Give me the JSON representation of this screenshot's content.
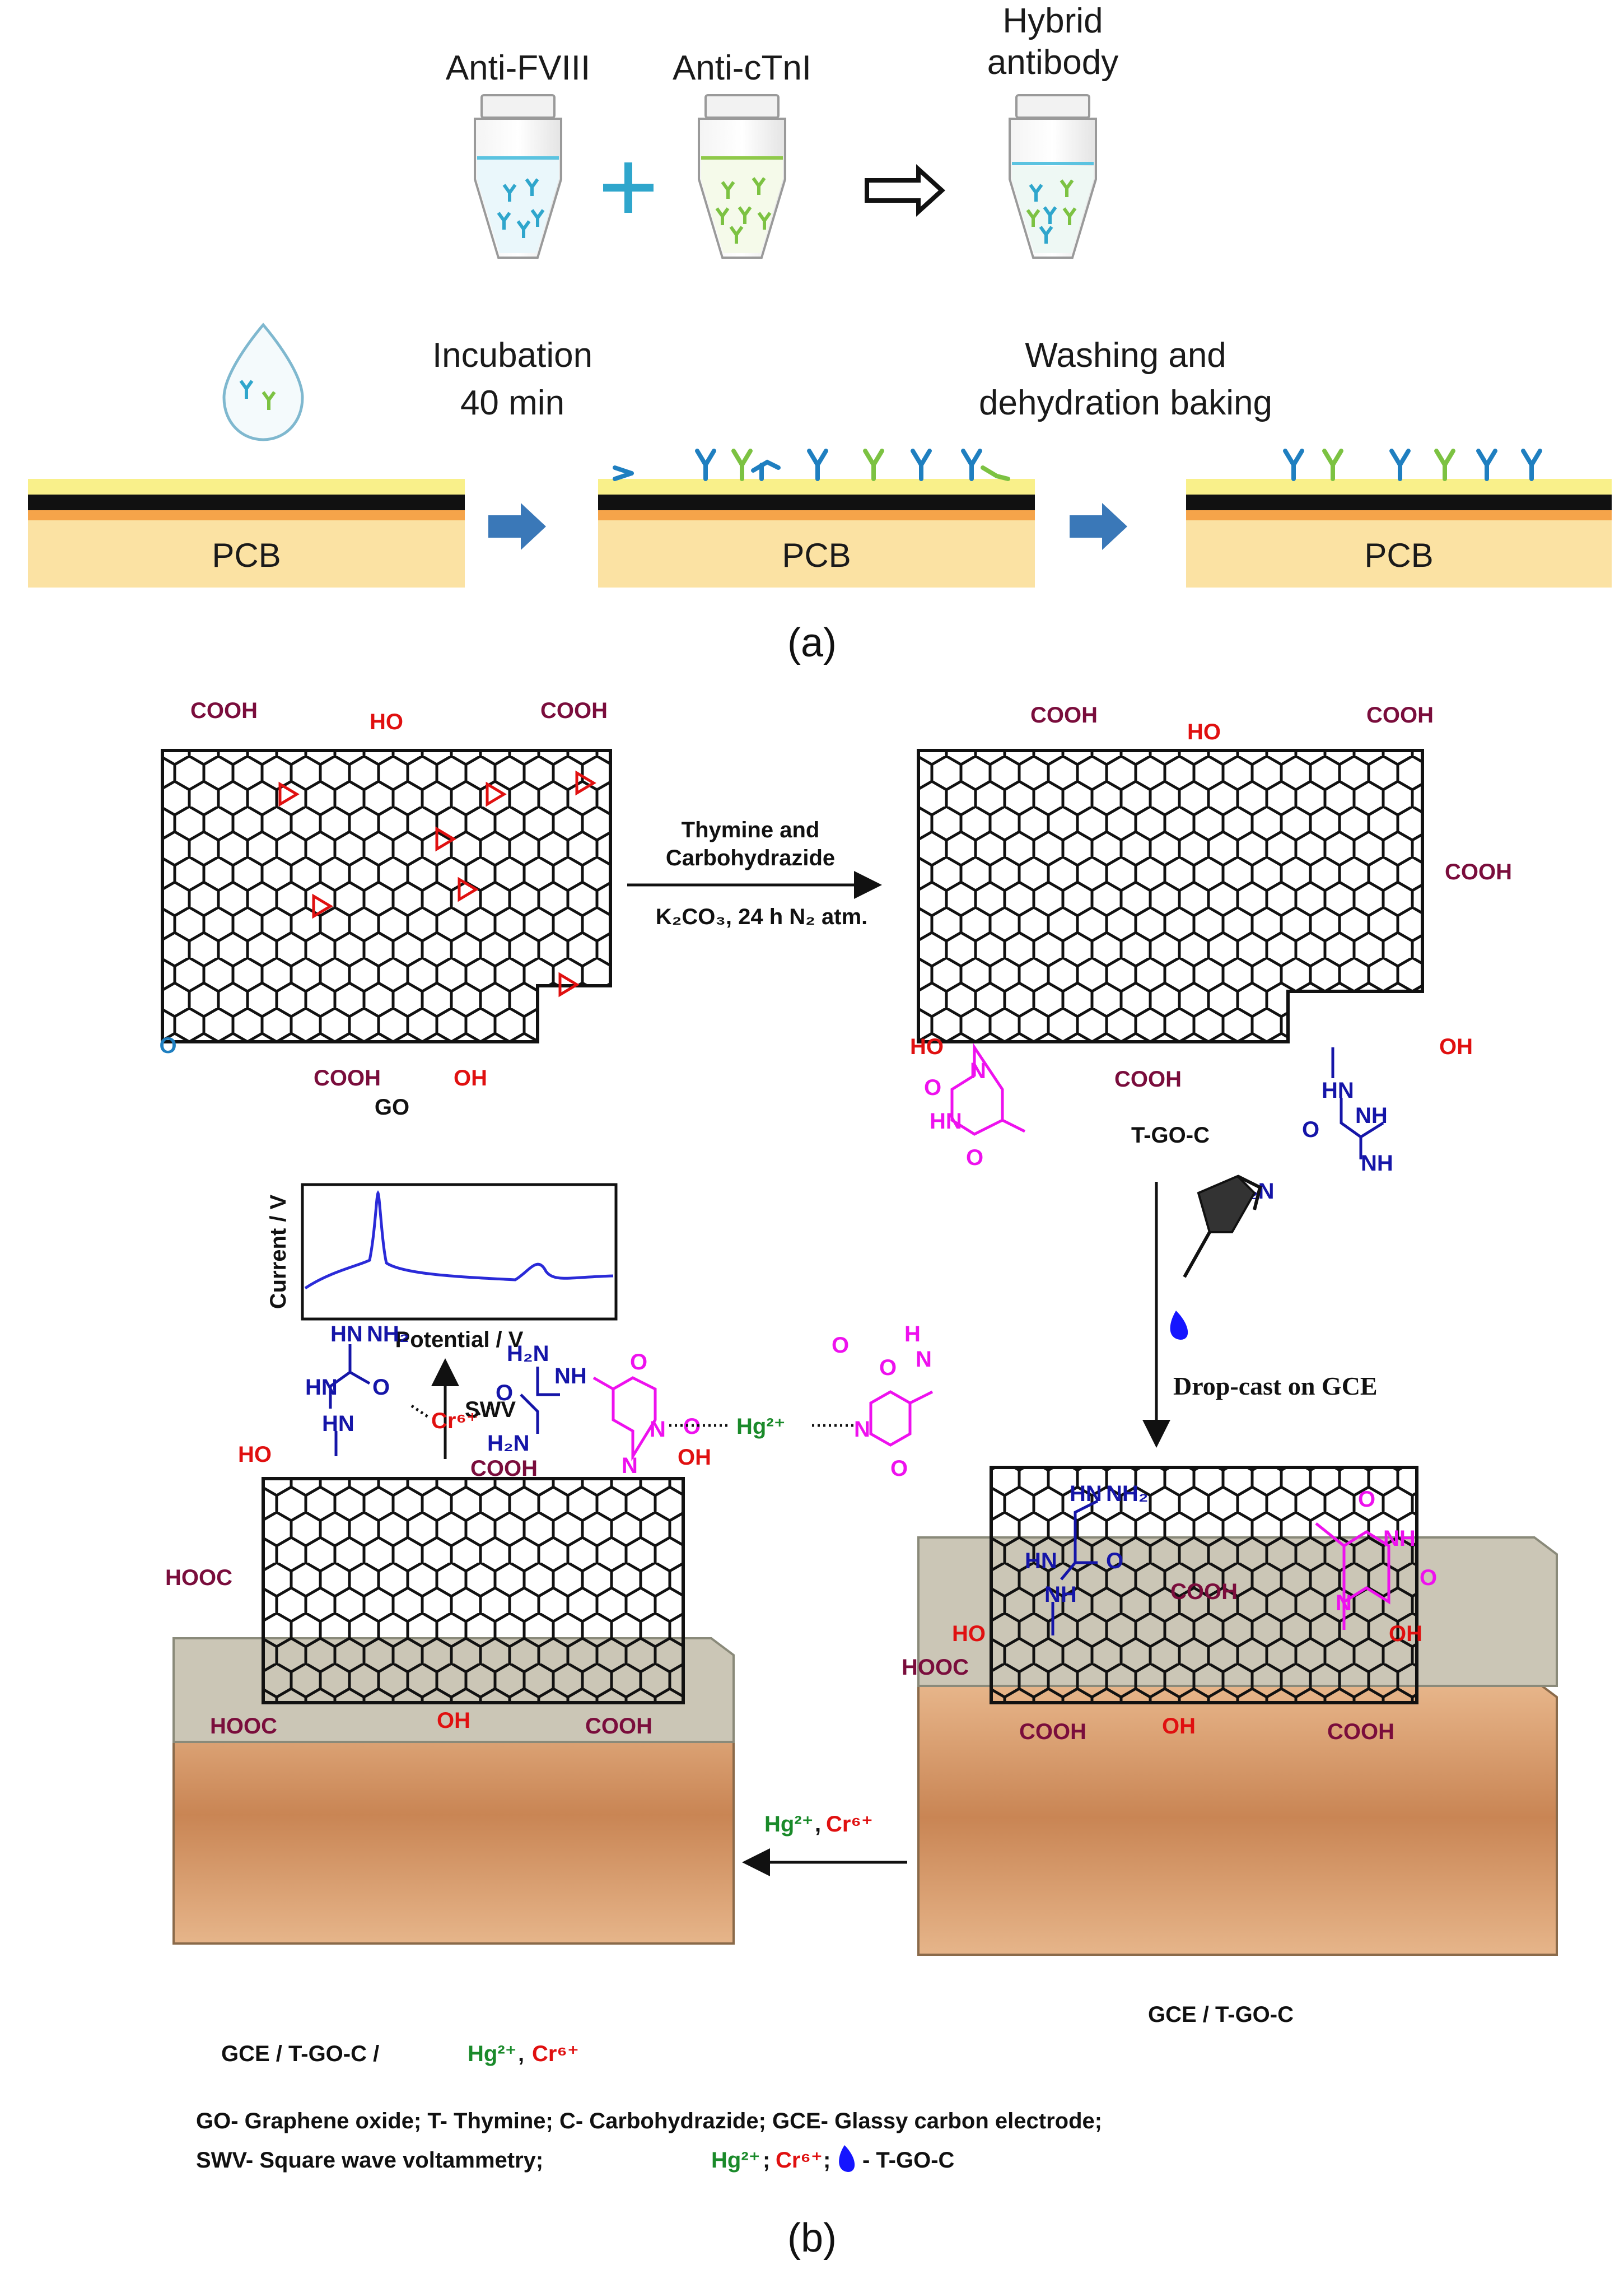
{
  "panel_a": {
    "tube1_label": "Anti-FVIII",
    "tube2_label": "Anti-cTnI",
    "tube3_label_line1": "Hybrid",
    "tube3_label_line2": "antibody",
    "step1_line1": "Incubation",
    "step1_line2": "40 min",
    "step2_line1": "Washing and",
    "step2_line2": "dehydration baking",
    "board_label": "PCB",
    "caption": "(a)"
  },
  "panel_b": {
    "go_label": "GO",
    "tgoc_label": "T-GO-C",
    "reaction_line1": "Thymine and",
    "reaction_line2": "Carbohydrazide",
    "reaction_cond": "K₂CO₃, 24 h N₂ atm.",
    "dropcast": "Drop-cast on GCE",
    "swv": "SWV",
    "ion_hg": "Hg²⁺",
    "ion_cr": "Cr⁶⁺",
    "ion_sep": ",",
    "electrode_right_label": "GCE / T-GO-C",
    "electrode_left_prefix": "GCE / T-GO-C /",
    "plot_ylabel": "Current / V",
    "plot_xlabel": "Potential / V",
    "group_cooh": "COOH",
    "group_hooc": "HOOC",
    "group_oh": "OH",
    "group_ho": "HO",
    "group_o": "O",
    "group_hn": "HN",
    "group_nh": "NH",
    "group_n": "N",
    "group_h": "H",
    "group_nh2": "NH₂",
    "group_h2n": "H₂N",
    "legend_line1": "GO- Graphene oxide; T- Thymine; C- Carbohydrazide; GCE- Glassy carbon electrode;",
    "legend_line2_prefix": "SWV- Square wave voltammetry;",
    "legend_sep": ";",
    "legend_suffix": "- T-GO-C",
    "caption": "(b)"
  },
  "colors": {
    "cooh": "#7a0d3c",
    "oh": "#e01010",
    "thymine": "#ee11ee",
    "hydrazide": "#1515a8",
    "hg": "#1a8a2a",
    "cr": "#e01010",
    "arrow_blue": "#3a78b8",
    "antibody_blue": "#1f7fc0",
    "antibody_green": "#7cc242",
    "pcb_fill": "#fbe2a3",
    "plot_line": "#2a2ad8",
    "electrode_top": "#cbc6b6",
    "electrode_base": "#d89a68"
  }
}
